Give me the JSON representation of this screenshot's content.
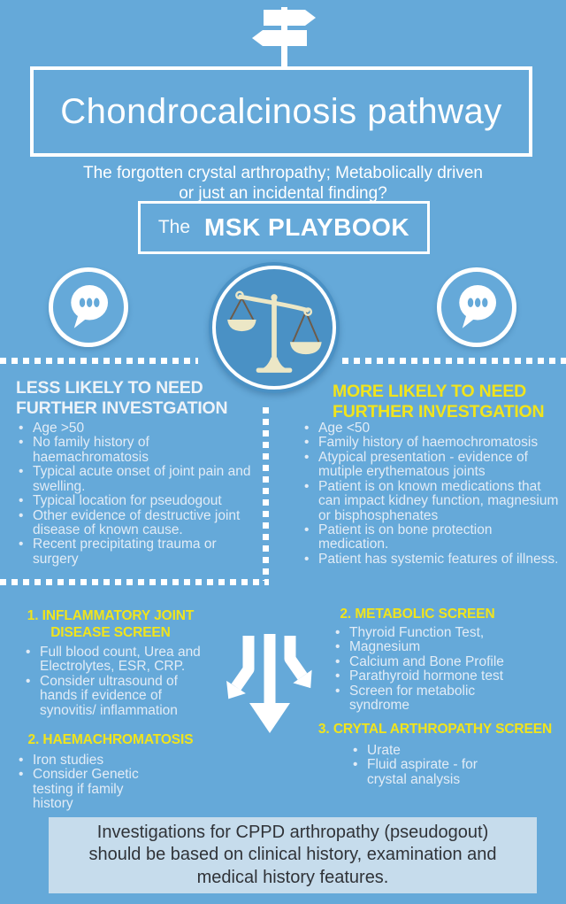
{
  "colors": {
    "background": "#65a9d9",
    "accent_yellow": "#f1e41c",
    "center_circle_fill": "#4a91c5",
    "scale_cream": "#ece7c6",
    "scale_strings": "#6e5b49",
    "note_background": "#c6dcec",
    "note_text": "#303338",
    "text_white": "#ffffff",
    "bullet_text": "#e2ecf6"
  },
  "icons": {
    "header": "signpost-icon",
    "left_badge": "speech-bubble-icon",
    "center_badge": "balance-scale-icon",
    "right_badge": "speech-bubble-icon",
    "flow": "split-arrows-icon"
  },
  "header": {
    "title": "Chondrocalcinosis pathway",
    "subtitle_line1": "The forgotten crystal arthropathy; Metabolically driven",
    "subtitle_line2": "or just an incidental finding?",
    "brand_prefix": "The",
    "brand_name": "MSK PLAYBOOK"
  },
  "columns": {
    "left": {
      "heading_line1": "LESS LIKELY TO NEED",
      "heading_line2": "FURTHER INVESTGATION",
      "items": [
        "Age >50",
        "No family history of haemachromatosis",
        "Typical acute onset of joint pain and swelling.",
        "Typical location for pseudogout",
        "Other evidence of destructive joint disease of known cause.",
        "Recent precipitating trauma or surgery"
      ]
    },
    "right": {
      "heading_line1": "MORE LIKELY TO NEED",
      "heading_line2": "FURTHER INVESTGATION",
      "items": [
        "Age <50",
        "Family history of haemochromatosis",
        "Atypical presentation - evidence of mutiple erythematous joints",
        "Patient is on known medications that can impact kidney function, magnesium or bisphosphenates",
        "Patient is on bone protection medication.",
        "Patient has systemic features of illness."
      ]
    }
  },
  "screens": {
    "inflammatory": {
      "title": "1. INFLAMMATORY JOINT DISEASE SCREEN",
      "items": [
        "Full blood count, Urea and Electrolytes, ESR, CRP.",
        "Consider ultrasound of hands if evidence of synovitis/ inflammation"
      ]
    },
    "metabolic": {
      "title": "2. METABOLIC SCREEN",
      "items": [
        "Thyroid Function Test,",
        "Magnesium",
        "Calcium and Bone Profile",
        "Parathyroid hormone test",
        "Screen for metabolic syndrome"
      ]
    },
    "haemachromatosis": {
      "title": "2.  HAEMACHROMATOSIS",
      "items": [
        "Iron studies",
        "Consider Genetic testing if family history"
      ]
    },
    "crystal": {
      "title": "3. CRYTAL ARTHROPATHY SCREEN",
      "items": [
        "Urate",
        "Fluid aspirate - for crystal analysis"
      ]
    }
  },
  "footer": {
    "note": "Investigations for CPPD arthropathy (pseudogout) should be based on clinical history, examination and medical history features."
  }
}
